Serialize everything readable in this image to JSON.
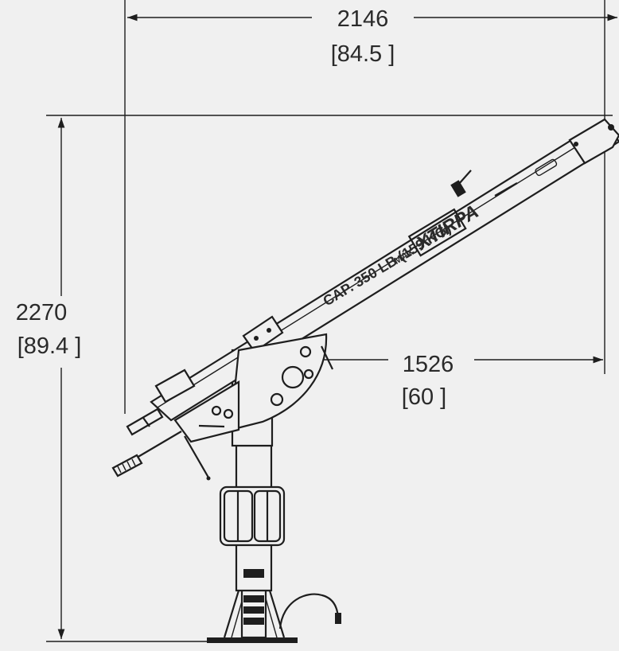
{
  "dimensions": {
    "overall_reach": {
      "mm": "2146",
      "in": "[84.5 ]"
    },
    "overall_height": {
      "mm": "2270",
      "in": "[89.4 ]"
    },
    "boom_reach": {
      "mm": "1526",
      "in": "[60 ]"
    }
  },
  "boom_labels": {
    "capacity": "CAP. 350 LB (159 KG)",
    "max": "MAX",
    "model": "XTIRPA"
  },
  "colors": {
    "background": "#f0f0f0",
    "ink": "#1e1e1e",
    "text": "#2a2a2a"
  }
}
